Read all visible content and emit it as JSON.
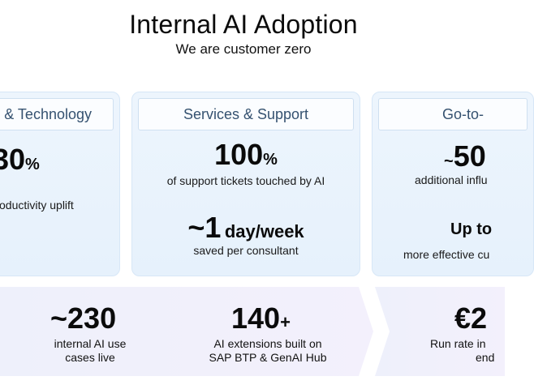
{
  "header": {
    "title": "Internal AI Adoption",
    "subtitle": "We are customer zero"
  },
  "cards": {
    "left": {
      "title": "& Technology",
      "metric_value": "30",
      "metric_suffix": "%",
      "metric_label": "oductivity uplift"
    },
    "mid": {
      "title": "Services & Support",
      "metric1_value": "100",
      "metric1_suffix": "%",
      "metric1_label": "of support tickets touched by AI",
      "metric2_value": "~1",
      "metric2_suffix": "day/week",
      "metric2_label": "saved per consultant"
    },
    "right": {
      "title": "Go-to-",
      "metric1_prefix": "~",
      "metric1_value": "50",
      "metric1_label": "additional influ",
      "metric2_value": "Up to",
      "metric2_label": "more effective cu"
    }
  },
  "band": {
    "item1_value": "~230",
    "item1_label_line1": "internal AI use",
    "item1_label_line2": "cases live",
    "item2_value": "140",
    "item2_suffix": "+",
    "item2_label_line1": "AI extensions built on",
    "item2_label_line2": "SAP BTP & GenAI Hub",
    "item3_value": "€2",
    "item3_label_line1": "Run rate in",
    "item3_label_line2": "end"
  },
  "colors": {
    "card_bg": "#e6f1fc",
    "card_header_text": "#355270",
    "band_bg": "#eef0fb"
  }
}
